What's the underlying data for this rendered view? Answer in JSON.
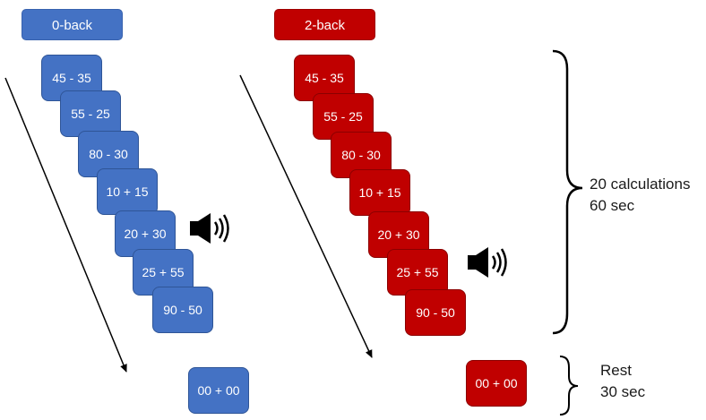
{
  "blocks": {
    "zero_back": {
      "label": "0-back",
      "color": "#4472c4",
      "items": [
        "45 - 35",
        "55 - 25",
        "80 - 30",
        "10 + 15",
        "20 + 30",
        "25 + 55",
        "90 - 50"
      ],
      "rest_item": "00 + 00",
      "sound_after_item_index": 4
    },
    "two_back": {
      "label": "2-back",
      "color": "#c00000",
      "items": [
        "45 - 35",
        "55 - 25",
        "80 - 30",
        "10 + 15",
        "20 + 30",
        "25 + 55",
        "90 - 50"
      ],
      "rest_item": "00 + 00",
      "sound_after_item_index": 5
    }
  },
  "annotations": {
    "task": {
      "line1": "20 calculations",
      "line2": "60 sec"
    },
    "rest": {
      "line1": "Rest",
      "line2": "30 sec"
    }
  },
  "icons": {
    "sound": "speaker-sound-icon",
    "brace": "curly-brace-icon",
    "arrow": "time-arrow-icon"
  }
}
